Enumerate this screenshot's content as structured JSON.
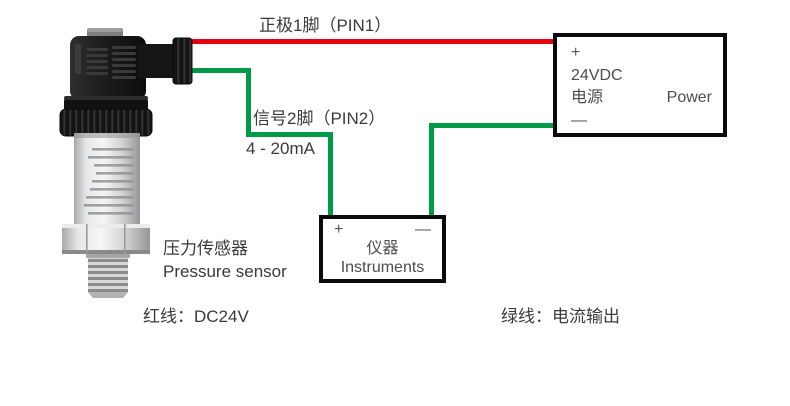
{
  "diagram": {
    "wires": {
      "pin1_label": "正极1脚（PIN1）",
      "pin2_label": "信号2脚（PIN2）",
      "pin2_range": "4 - 20mA"
    },
    "sensor": {
      "label_zh": "压力传感器",
      "label_en": "Pressure sensor"
    },
    "power_box": {
      "plus": "+",
      "voltage": "24VDC",
      "name_zh": "电源",
      "name_en": "Power",
      "minus": "—"
    },
    "instruments_box": {
      "plus": "+",
      "minus": "—",
      "name_zh": "仪器",
      "name_en": "Instruments"
    },
    "legend": {
      "red": "红线：DC24V",
      "green": "绿线：电流输出"
    },
    "colors": {
      "red_wire": "#e60012",
      "green_wire": "#009b48",
      "box_border": "#0b0b0b",
      "text": "#3a3a3a"
    }
  }
}
